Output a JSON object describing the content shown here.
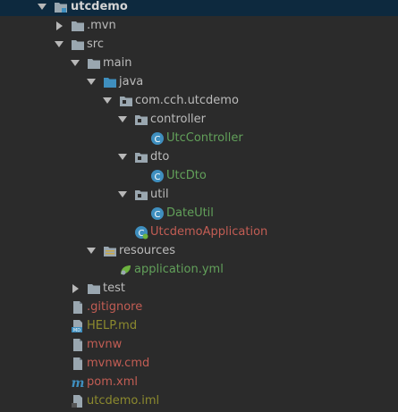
{
  "tree": {
    "rows": [
      {
        "label": "utcdemo",
        "icon": "module-folder-icon",
        "expanded": true
      },
      {
        "label": ".mvn",
        "icon": "folder-icon",
        "expanded": false
      },
      {
        "label": "src",
        "icon": "folder-icon",
        "expanded": true
      },
      {
        "label": "main",
        "icon": "folder-icon",
        "expanded": true
      },
      {
        "label": "java",
        "icon": "source-folder-icon",
        "expanded": true
      },
      {
        "label": "com.cch.utcdemo",
        "icon": "package-icon",
        "expanded": true
      },
      {
        "label": "controller",
        "icon": "package-icon",
        "expanded": true
      },
      {
        "label": "UtcController",
        "icon": "java-class-icon"
      },
      {
        "label": "dto",
        "icon": "package-icon",
        "expanded": true
      },
      {
        "label": "UtcDto",
        "icon": "java-class-icon"
      },
      {
        "label": "util",
        "icon": "package-icon",
        "expanded": true
      },
      {
        "label": "DateUtil",
        "icon": "java-class-icon"
      },
      {
        "label": "UtcdemoApplication",
        "icon": "spring-boot-class-icon"
      },
      {
        "label": "resources",
        "icon": "resources-folder-icon",
        "expanded": true
      },
      {
        "label": "application.yml",
        "icon": "spring-config-icon"
      },
      {
        "label": "test",
        "icon": "folder-icon",
        "expanded": false
      },
      {
        "label": ".gitignore",
        "icon": "file-icon"
      },
      {
        "label": "HELP.md",
        "icon": "markdown-file-icon"
      },
      {
        "label": "mvnw",
        "icon": "file-icon"
      },
      {
        "label": "mvnw.cmd",
        "icon": "file-icon"
      },
      {
        "label": "pom.xml",
        "icon": "maven-icon"
      },
      {
        "label": "utcdemo.iml",
        "icon": "iml-file-icon"
      }
    ]
  },
  "colors": {
    "background": "#2b2b2b",
    "selected_row": "#0d293e",
    "text_default": "#bbbbbb",
    "text_green": "#62a05a",
    "text_red": "#c25d54",
    "text_olive": "#8c8a2e",
    "folder": "#9aa7b0",
    "java_class": "#3f8fbf"
  }
}
